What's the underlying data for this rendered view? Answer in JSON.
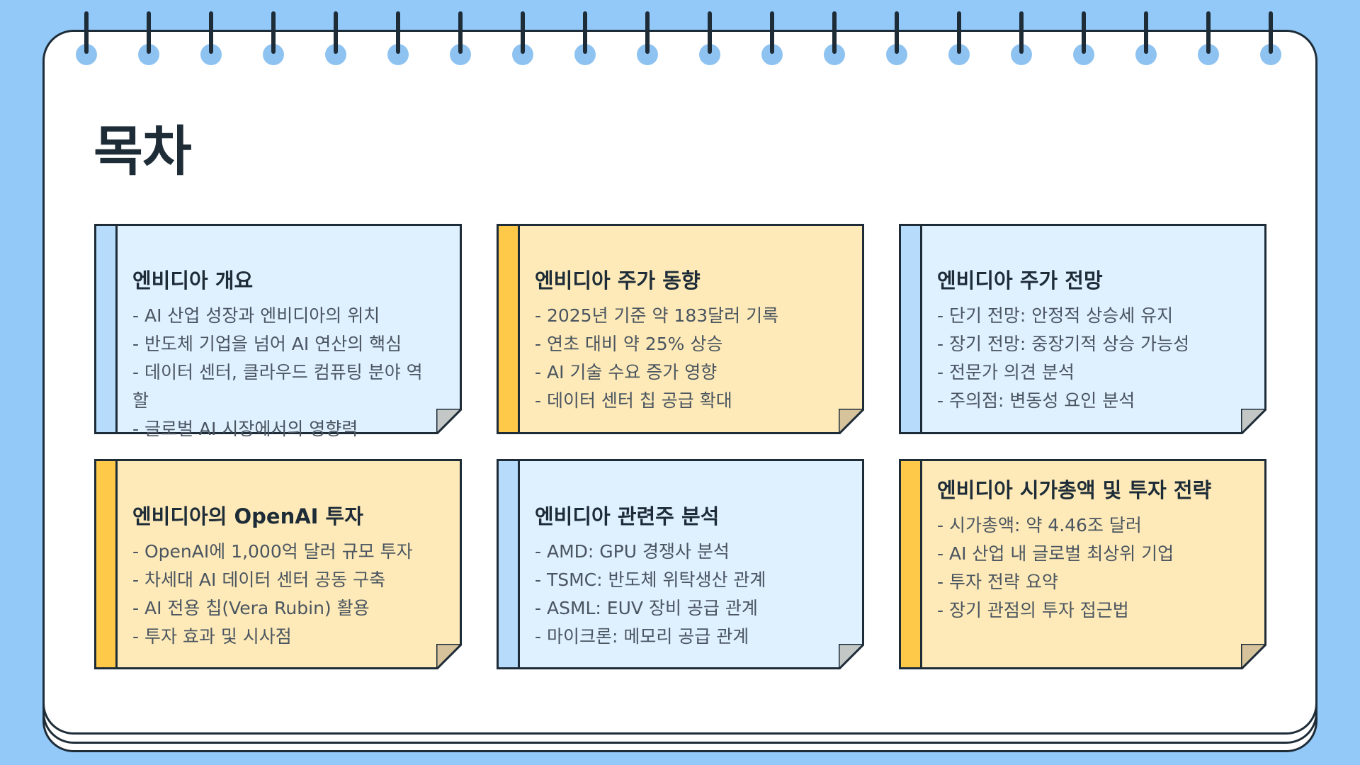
{
  "page_title": "목차",
  "sections": [
    {
      "title": "엔비디아 개요",
      "theme": "blue",
      "items": [
        "- AI 산업 성장과 엔비디아의 위치",
        "- 반도체 기업을 넘어 AI 연산의 핵심",
        "- 데이터 센터, 클라우드 컴퓨팅 분야 역할",
        "- 글로벌 AI 시장에서의 영향력"
      ]
    },
    {
      "title": "엔비디아 주가 동향",
      "theme": "yellow",
      "items": [
        "- 2025년 기준 약 183달러 기록",
        "- 연초 대비 약 25% 상승",
        "- AI 기술 수요 증가 영향",
        "- 데이터 센터 칩 공급 확대"
      ]
    },
    {
      "title": "엔비디아 주가 전망",
      "theme": "blue",
      "items": [
        "- 단기 전망: 안정적 상승세 유지",
        "- 장기 전망: 중장기적 상승 가능성",
        "- 전문가 의견 분석",
        "- 주의점: 변동성 요인 분석"
      ]
    },
    {
      "title": "엔비디아의 OpenAI 투자",
      "theme": "yellow",
      "items": [
        "- OpenAI에 1,000억 달러 규모 투자",
        "- 차세대 AI 데이터 센터 공동 구축",
        "- AI 전용 칩(Vera Rubin) 활용",
        "- 투자 효과 및 시사점"
      ]
    },
    {
      "title": "엔비디아 관련주 분석",
      "theme": "blue",
      "items": [
        "- AMD: GPU 경쟁사 분석",
        "- TSMC: 반도체 위탁생산 관계",
        "- ASML: EUV 장비 공급 관계",
        "- 마이크론: 메모리 공급 관계"
      ]
    },
    {
      "title": "엔비디아 시가총액 및 투자 전략",
      "theme": "yellow",
      "items": [
        "- 시가총액: 약 4.46조 달러",
        "- AI 산업 내 글로벌 최상위 기업",
        "- 투자 전략 요약",
        "- 장기 관점의 투자 접근법"
      ]
    }
  ],
  "colors": {
    "background": "#93c9f9",
    "ink": "#1e2c38",
    "card_blue": "#dff0ff",
    "card_yellow": "#feeab8",
    "stripe_blue": "#b6dbfb",
    "stripe_yellow": "#fec949"
  }
}
